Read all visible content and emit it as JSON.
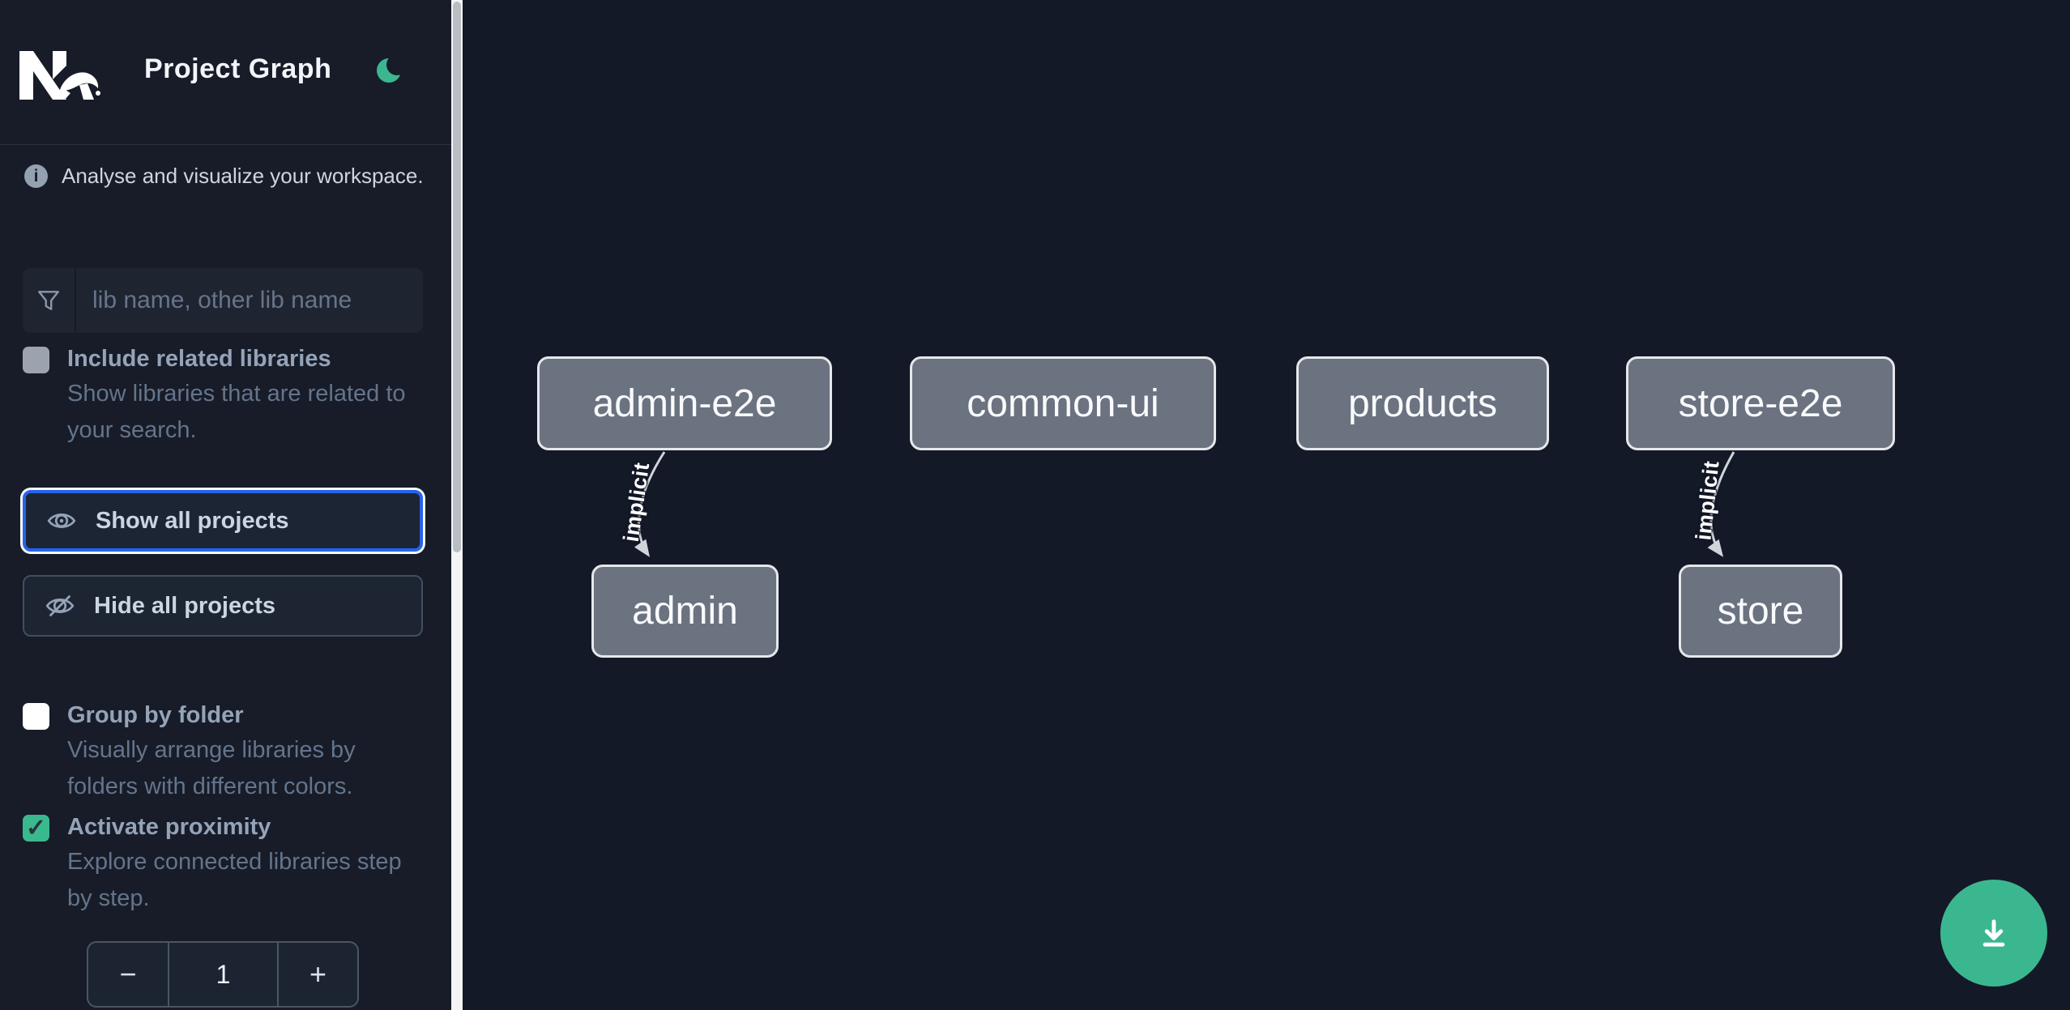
{
  "colors": {
    "sidebar_bg": "#171c28",
    "canvas_bg": "#141927",
    "node_fill": "#6b7280",
    "node_border": "#e5e7eb",
    "edge": "#d1d5db",
    "accent_green": "#3bb790",
    "checkbox_green": "#3ab98e",
    "focus_blue": "#2563eb"
  },
  "header": {
    "app_title": "Project Graph",
    "logo_icon": "nx-logo",
    "theme_icon": "moon-icon"
  },
  "sidebar": {
    "info_icon": "info-icon",
    "info_text": "Analyse and visualize your workspace.",
    "search_icon": "funnel-icon",
    "search_placeholder": "lib name, other lib name",
    "include_related": {
      "label": "Include related libraries",
      "description": "Show libraries that are related to\nyour search.",
      "checked": false
    },
    "show_all_label": "Show all projects",
    "show_all_icon": "eye-icon",
    "hide_all_label": "Hide all projects",
    "hide_all_icon": "eye-off-icon",
    "group_by_folder": {
      "label": "Group by folder",
      "description": "Visually arrange libraries by\nfolders with different colors.",
      "checked": false
    },
    "activate_proximity": {
      "label": "Activate proximity",
      "description": "Explore connected libraries step\nby step.",
      "checked": true,
      "checkmark": "✓"
    },
    "stepper": {
      "decrement_label": "−",
      "value": "1",
      "increment_label": "+"
    }
  },
  "graph": {
    "nodes": [
      {
        "label": "admin-e2e"
      },
      {
        "label": "common-ui"
      },
      {
        "label": "products"
      },
      {
        "label": "store-e2e"
      },
      {
        "label": "admin"
      },
      {
        "label": "store"
      }
    ],
    "edges": [
      {
        "label": "implicit",
        "source": "admin-e2e",
        "target": "admin"
      },
      {
        "label": "implicit",
        "source": "store-e2e",
        "target": "store"
      }
    ]
  },
  "fab": {
    "icon": "download-icon"
  }
}
